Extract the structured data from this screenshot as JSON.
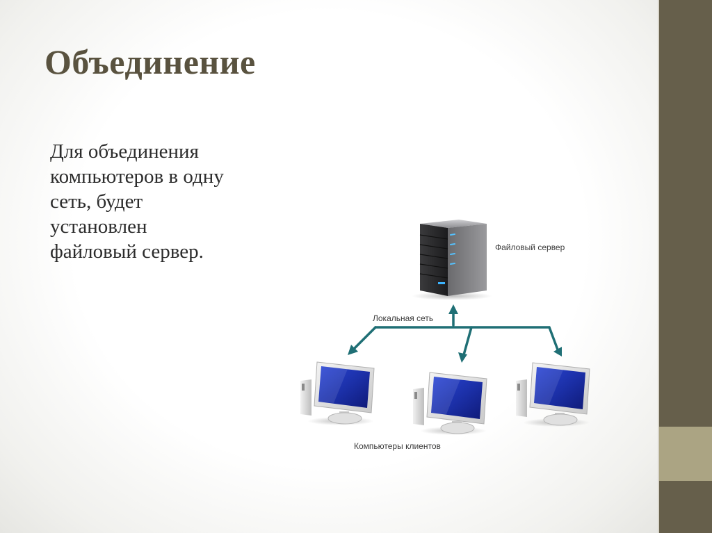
{
  "slide": {
    "title": "Объединение",
    "body_lines": [
      "Для объединения",
      "компьютеров в одну",
      "сеть, будет",
      "установлен",
      "файловый сервер."
    ]
  },
  "diagram": {
    "server_label": "Файловый сервер",
    "network_label": "Локальная сеть",
    "clients_label": "Компьютеры клиентов"
  },
  "colors": {
    "title": "#59523f",
    "sidebar": "#665f4b",
    "sidebar_accent": "#aba483",
    "network_line": "#1f6f75",
    "screen": "#1b2fa6"
  }
}
